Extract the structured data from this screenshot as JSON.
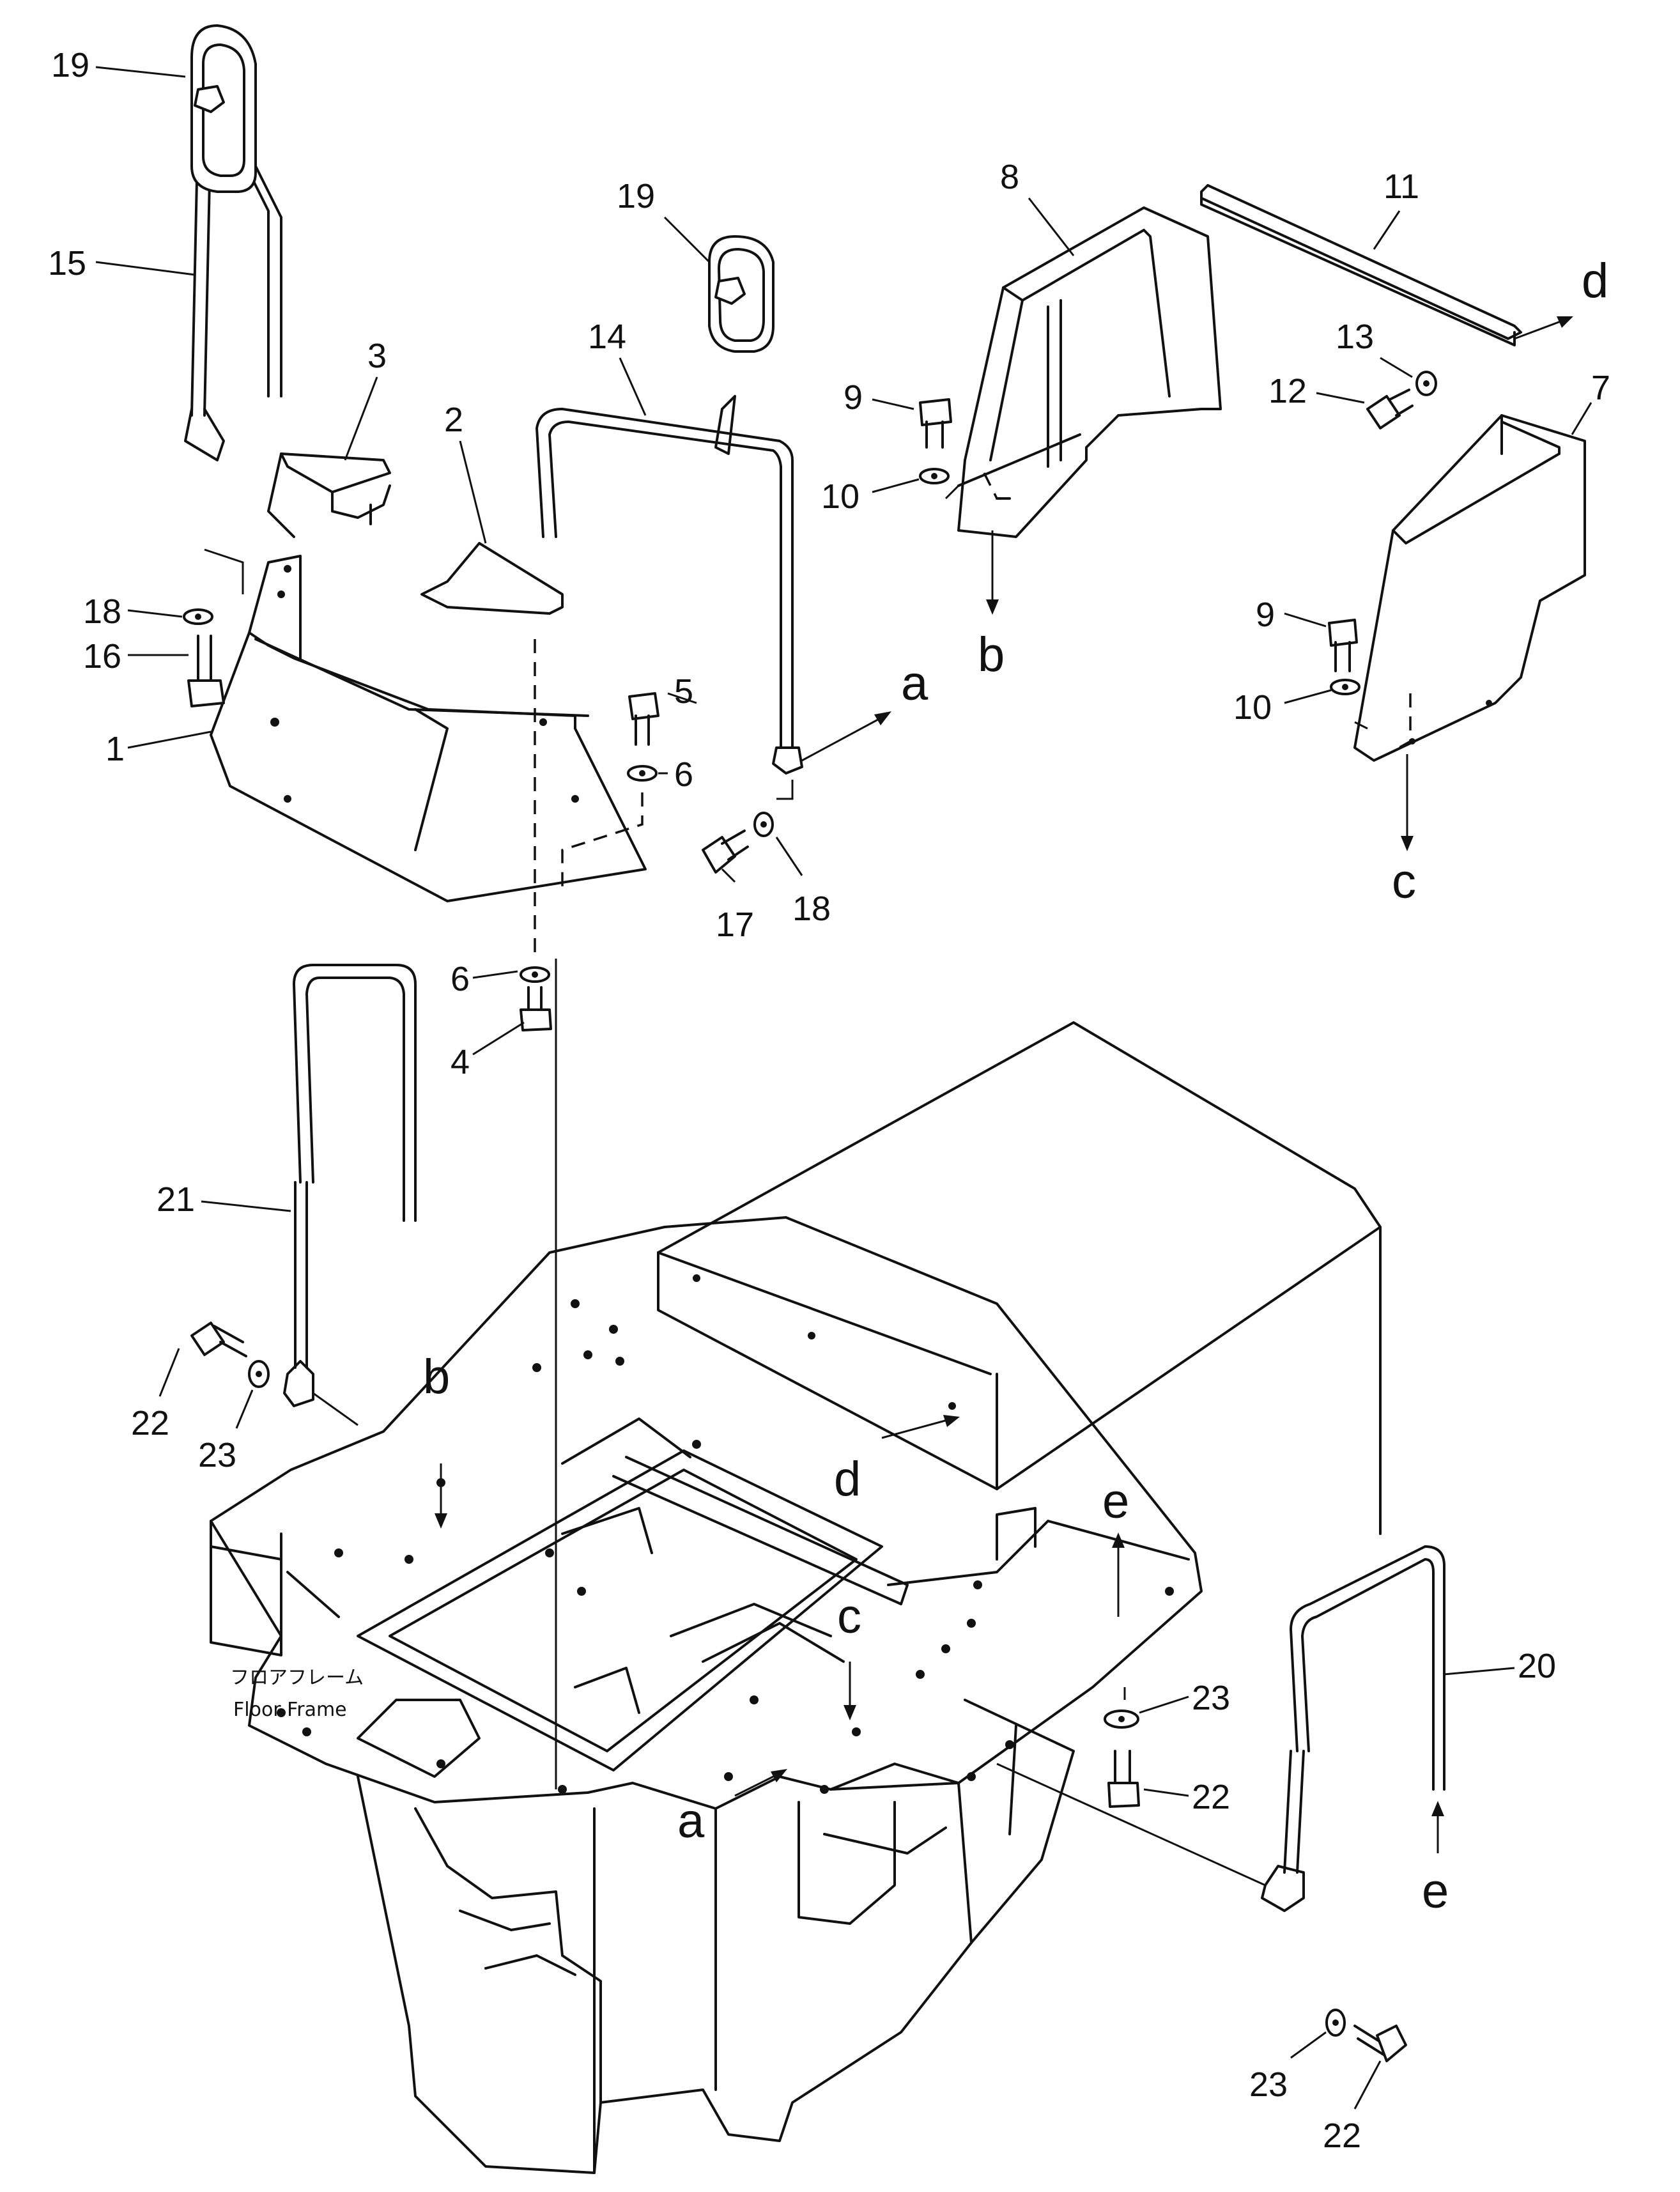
{
  "callouts": {
    "c19a": "19",
    "c15": "15",
    "c3": "3",
    "c2": "2",
    "c14": "14",
    "c19b": "19",
    "c8": "8",
    "c11": "11",
    "c13": "13",
    "c12": "12",
    "c9a": "9",
    "c10a": "10",
    "c7": "7",
    "c9b": "9",
    "c10b": "10",
    "c18a": "18",
    "c16": "16",
    "c1": "1",
    "c5": "5",
    "c6a": "6",
    "c17": "17",
    "c18b": "18",
    "c6b": "6",
    "c4": "4",
    "c21": "21",
    "c22a": "22",
    "c23a": "23",
    "c23b": "23",
    "c22b": "22",
    "c20": "20",
    "c23c": "23",
    "c22c": "22"
  },
  "connection_letters": {
    "a_top": "a",
    "b_top": "b",
    "c_top": "c",
    "d_top": "d",
    "b_frame": "b",
    "d_frame": "d",
    "c_frame": "c",
    "e_frame": "e",
    "a_frame": "a",
    "e_right": "e"
  },
  "frame_label": {
    "japanese": "フロアフレーム",
    "english": "Floor Frame"
  }
}
